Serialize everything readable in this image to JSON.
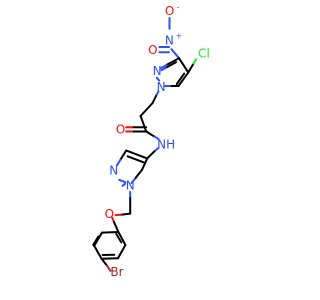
{
  "molecule": {
    "atoms": {
      "nitro_o_minus": {
        "symbol": "O",
        "charge": "-"
      },
      "nitro_n_plus": {
        "symbol": "N",
        "charge": "+"
      },
      "nitro_o_double": {
        "symbol": "O"
      },
      "pyrazole_a_n2": {
        "symbol": "N"
      },
      "pyrazole_a_n1": {
        "symbol": "N"
      },
      "chloro": {
        "symbol": "Cl"
      },
      "amide_o": {
        "symbol": "O"
      },
      "amide_nh": {
        "symbol": "NH"
      },
      "pyrazole_b_n2": {
        "symbol": "N"
      },
      "pyrazole_b_n1": {
        "symbol": "N"
      },
      "ether_o": {
        "symbol": "O"
      },
      "bromo": {
        "symbol": "Br"
      }
    },
    "colors": {
      "carbon_bond": "#000000",
      "nitrogen": "#3050F8",
      "oxygen": "#FF0D0D",
      "chlorine": "#1FF01F",
      "bromine": "#A62929",
      "background": "#FFFFFF"
    }
  }
}
